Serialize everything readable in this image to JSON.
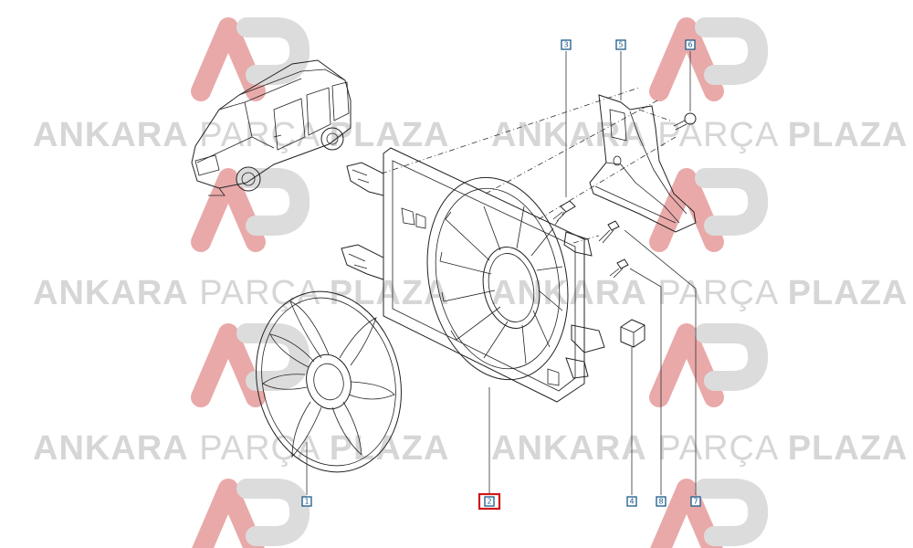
{
  "watermark": {
    "brand_bold_1": "ANKARA",
    "brand_regular": "PARÇA",
    "brand_bold_2": "PLAZA",
    "logo_primary_color": "#e9a9a9",
    "logo_secondary_color": "#dcdcdc",
    "text_color": "#d6d6d6"
  },
  "diagram": {
    "callouts": [
      {
        "id": "1",
        "label": "1",
        "part": "fan-blade"
      },
      {
        "id": "2",
        "label": "2",
        "part": "fan-shroud",
        "selected": true
      },
      {
        "id": "3",
        "label": "3",
        "part": "bolt"
      },
      {
        "id": "4",
        "label": "4",
        "part": "nut"
      },
      {
        "id": "5",
        "label": "5",
        "part": "support-bracket"
      },
      {
        "id": "6",
        "label": "6",
        "part": "screw"
      },
      {
        "id": "7",
        "label": "7",
        "part": "stud-bolt"
      },
      {
        "id": "8",
        "label": "8",
        "part": "stud-bolt"
      }
    ],
    "callout_color": "#1a5a8a",
    "selection_color": "#d01818",
    "vehicle": "van-icon"
  }
}
